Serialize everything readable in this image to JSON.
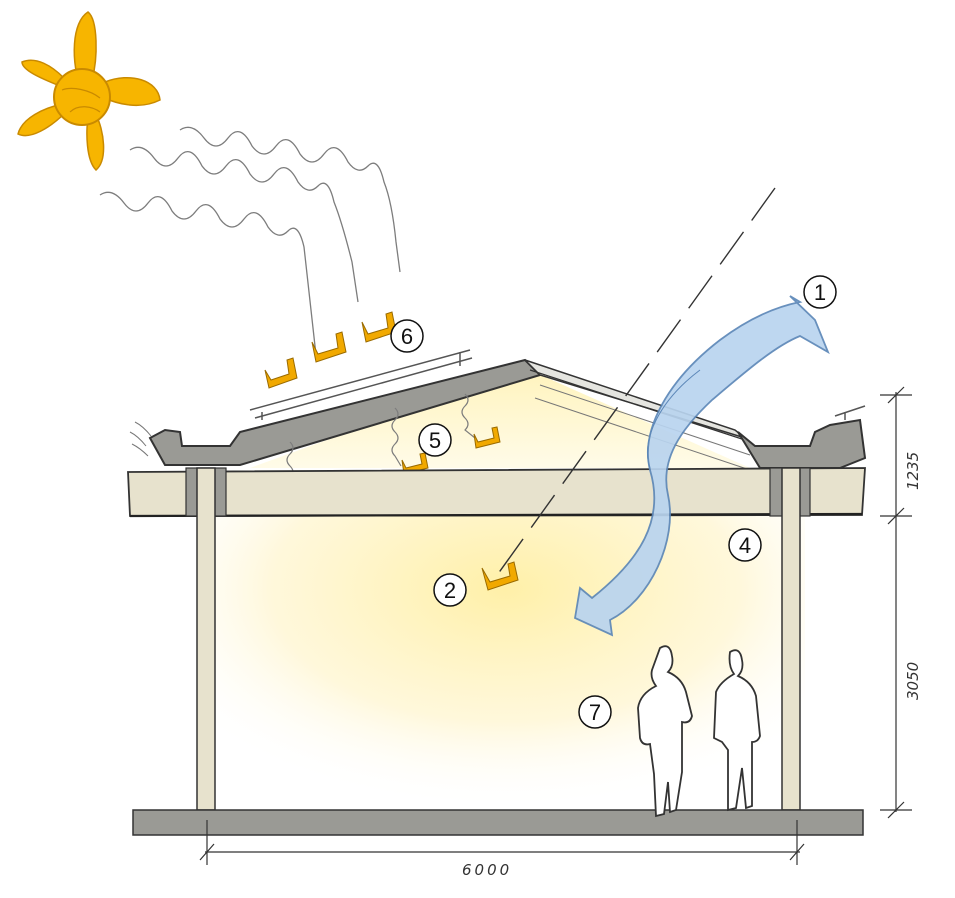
{
  "colors": {
    "sun": "#f7b500",
    "sun_stroke": "#c98a00",
    "concrete": "#9a9a95",
    "beam": "#e7e2cd",
    "light_glow": "#fff1b8",
    "air_flow": "#b9d4ef",
    "air_flow_stroke": "#5c87b8",
    "heat_arrow": "#f1a900",
    "wave": "#7d7d7d",
    "ink": "#333333"
  },
  "icons": {
    "sun": "sun-icon",
    "heat_arrow": "heat-arrow-icon",
    "airflow_arrow": "airflow-arrow-icon"
  },
  "callouts": [
    {
      "id": "1",
      "label": "1"
    },
    {
      "id": "2",
      "label": "2"
    },
    {
      "id": "4",
      "label": "4"
    },
    {
      "id": "5",
      "label": "5"
    },
    {
      "id": "6",
      "label": "6"
    },
    {
      "id": "7",
      "label": "7"
    }
  ],
  "dimensions": {
    "width": "6000",
    "roof_height": "1235",
    "wall_height": "3050"
  }
}
